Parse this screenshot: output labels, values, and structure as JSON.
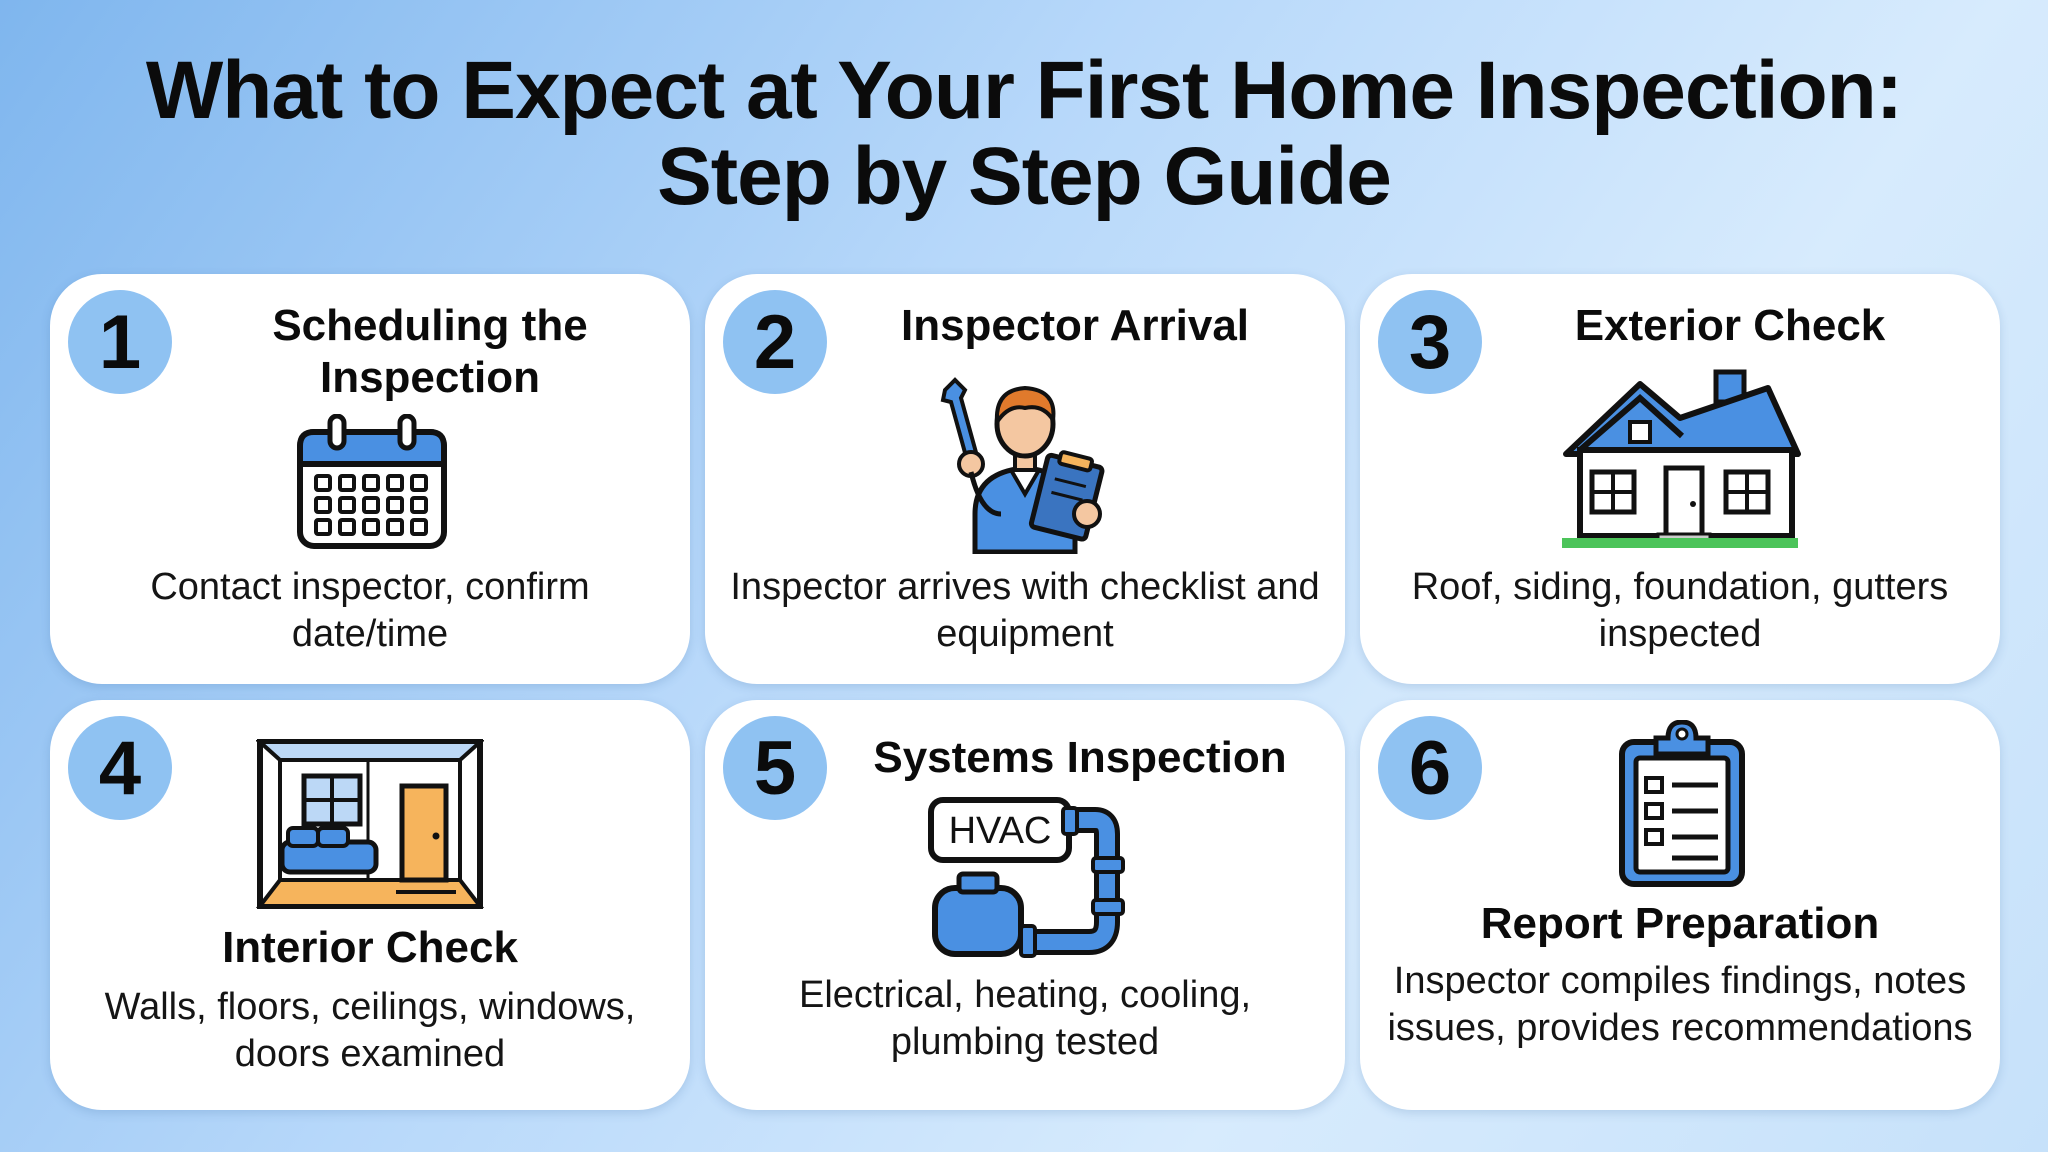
{
  "title": {
    "line1": "What to Expect at Your First Home Inspection:",
    "line2": "Step by Step Guide"
  },
  "colors": {
    "accent_blue": "#4a90e2",
    "number_circle": "#8fc2f2",
    "outline": "#111111",
    "accent_orange": "#f6b45c",
    "grass_green": "#4cc45a"
  },
  "steps": [
    {
      "number": "1",
      "title": "Scheduling the Inspection",
      "description": "Contact inspector, confirm date/time",
      "icon": "calendar-icon"
    },
    {
      "number": "2",
      "title": "Inspector Arrival",
      "description": "Inspector arrives with checklist and equipment",
      "icon": "inspector-icon"
    },
    {
      "number": "3",
      "title": "Exterior Check",
      "description": "Roof, siding, foundation, gutters inspected",
      "icon": "house-icon"
    },
    {
      "number": "4",
      "title": "Interior Check",
      "description": "Walls, floors, ceilings, windows, doors examined",
      "icon": "room-icon"
    },
    {
      "number": "5",
      "title": "Systems Inspection",
      "description": "Electrical, heating, cooling, plumbing tested",
      "icon": "hvac-icon",
      "icon_label": "HVAC"
    },
    {
      "number": "6",
      "title": "Report Preparation",
      "description": "Inspector compiles findings, notes issues, provides recommendations",
      "icon": "clipboard-icon"
    }
  ]
}
